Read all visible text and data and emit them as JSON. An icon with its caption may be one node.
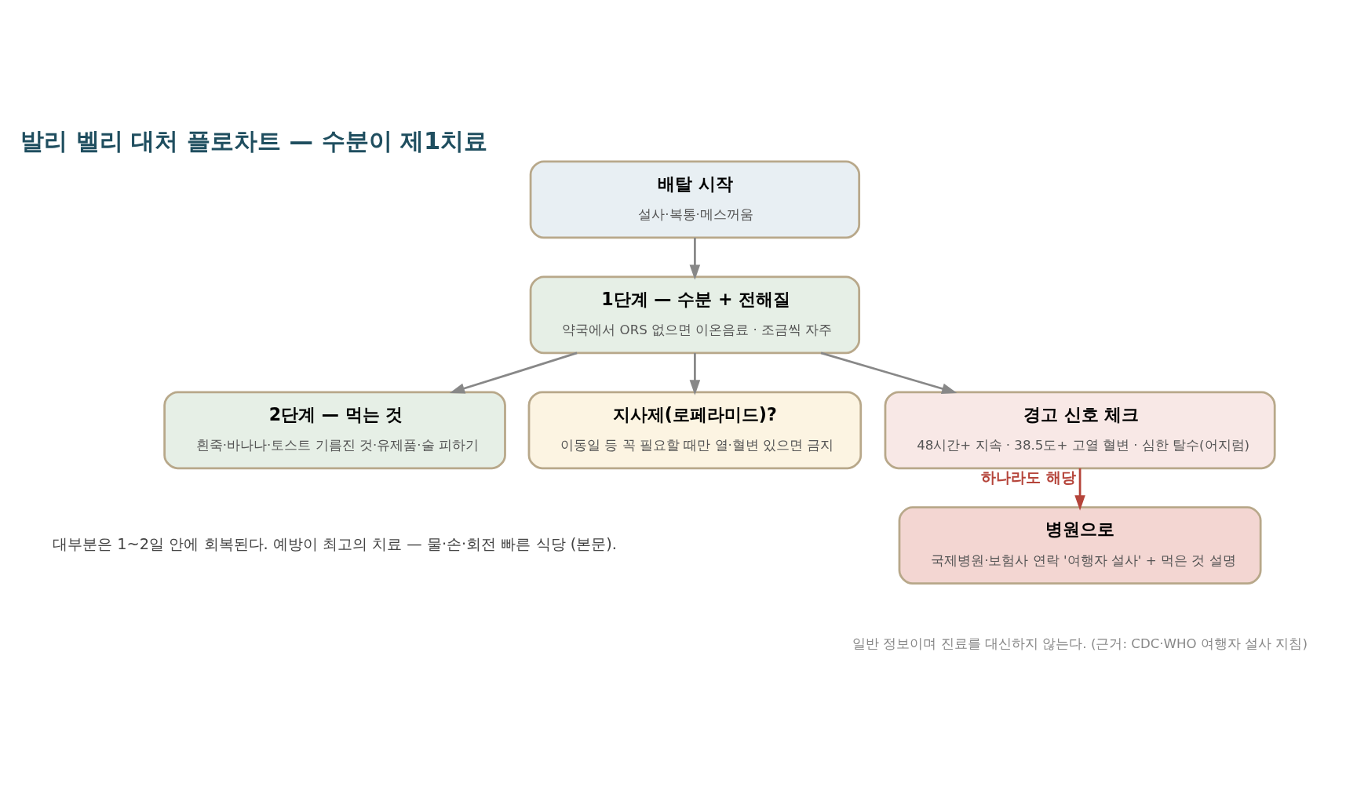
{
  "diagram": {
    "title": "발리 벨리 대처 플로차트 — 수분이 제1치료",
    "caption": "일반 정보이며 진료를 대신하지 않는다. (근거: CDC·WHO 여행자 설사 지침)",
    "nodes": [
      {
        "text": [
          "배탈 시작",
          "설사·복통·메스꺼움"
        ]
      },
      {
        "text": [
          "1단계 — 수분 + 전해질",
          "약국에서 ORS 없으면 이온음료 · 조금씩 자주"
        ]
      },
      {
        "text": [
          "2단계 — 먹는 것",
          "흰죽·바나나·토스트 기름진 것·유제품·술 피하기"
        ]
      },
      {
        "text": [
          "지사제(로페라미드)?",
          "이동일 등 꼭 필요할 때만 열·혈변 있으면 금지"
        ]
      },
      {
        "text": [
          "경고 신호 체크",
          "48시간+ 지속 · 38.5도+ 고열 혈변 · 심한 탈수(어지럼)"
        ]
      },
      {
        "text": [
          "병원으로",
          "국제병원·보험사 연락 '여행자 설사' + 먹은 것 설명"
        ]
      }
    ],
    "edges": [
      {
        "from": 0,
        "to": 1,
        "arrow": "to"
      },
      {
        "from": 1,
        "to": 2,
        "arrow": "to"
      },
      {
        "from": 1,
        "to": 3,
        "arrow": "to"
      },
      {
        "from": 1,
        "to": 4,
        "arrow": "to"
      },
      {
        "from": 4,
        "to": 5,
        "arrow": "to",
        "label": "하나라도 해당",
        "color": "#b5443a"
      }
    ],
    "labels": [
      "대부분은 1~2일 안에 회복된다. 예방이 최고의 치료 — 물·손·회전 빠른 식당 (본문)."
    ]
  }
}
